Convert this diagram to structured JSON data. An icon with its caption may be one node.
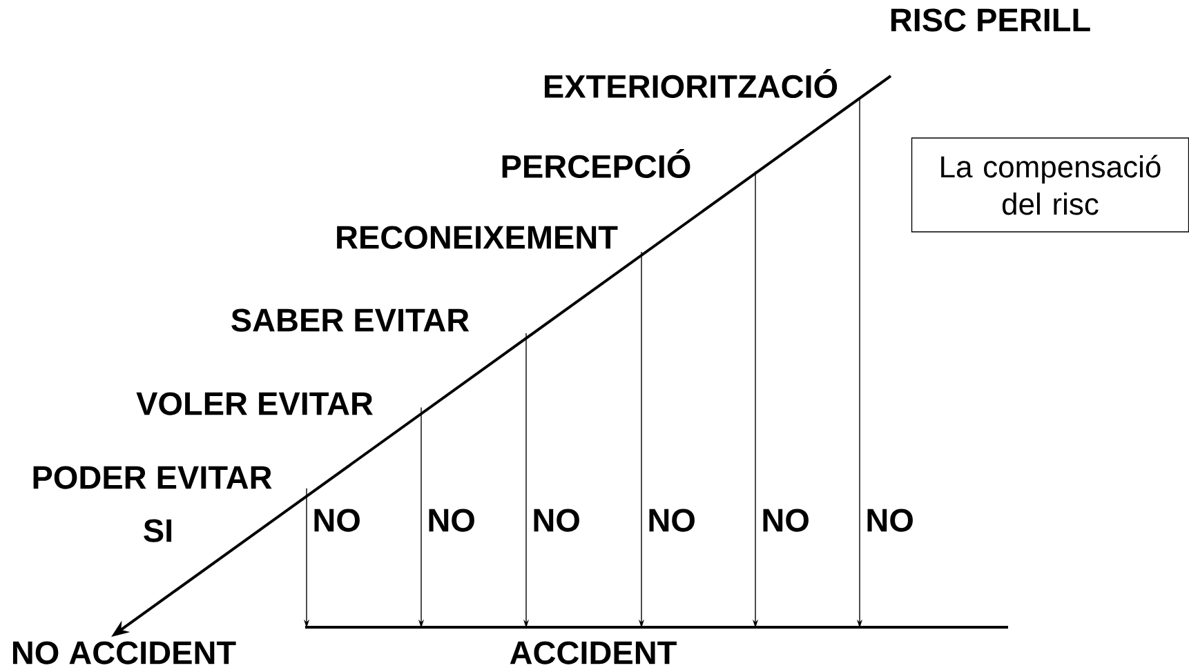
{
  "diagram": {
    "nodes": [
      {
        "text": [
          "La compensació del risc"
        ]
      },
      {
        "text": [
          "NO ACCIDENT"
        ]
      },
      {
        "text": [
          "ACCIDENT"
        ]
      }
    ],
    "edges": [
      {
        "from": null,
        "to": 1,
        "arrow": "to",
        "style": "thick",
        "label": "SI"
      },
      {
        "from": null,
        "to": 2,
        "arrow": "to",
        "label": "NO"
      },
      {
        "from": null,
        "to": 2,
        "arrow": "to",
        "label": "NO"
      },
      {
        "from": null,
        "to": 2,
        "arrow": "to",
        "label": "NO"
      },
      {
        "from": null,
        "to": 2,
        "arrow": "to",
        "label": "NO"
      },
      {
        "from": null,
        "to": 2,
        "arrow": "to",
        "label": "NO"
      },
      {
        "from": null,
        "to": 2,
        "arrow": "to",
        "label": "NO"
      }
    ],
    "labels": [
      "RISC PERILL",
      "EXTERIORITZACIÓ",
      "PERCEPCIÓ",
      "RECONEIXEMENT",
      "SABER EVITAR",
      "VOLER EVITAR",
      "PODER EVITAR"
    ]
  }
}
